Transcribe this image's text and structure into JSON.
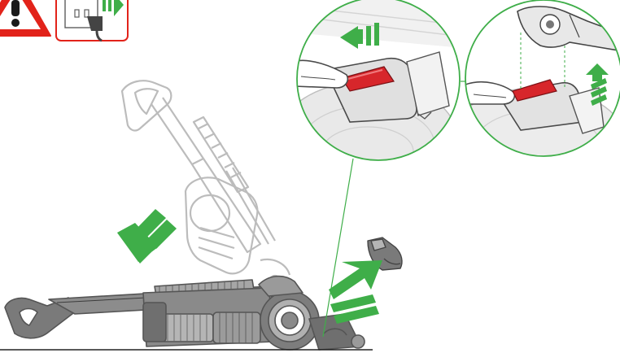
{
  "colors": {
    "accent_green": "#3fae49",
    "warning_red": "#e2231a",
    "latch_red": "#d7262b",
    "line_gray": "#5d5d5d",
    "body_gray": "#7b7b7b",
    "ghost_gray": "#c9c9c9"
  },
  "icons": [
    "warning-triangle-icon",
    "unplug-from-socket-icon",
    "arrow-down-left-icon",
    "arrow-up-right-icon",
    "arrow-left-icon",
    "arrow-up-icon"
  ],
  "callouts": [
    {
      "name": "detail-release-latch-slide-left",
      "arrow": "arrow-left-icon"
    },
    {
      "name": "detail-lift-latch-off",
      "arrow": "arrow-up-icon"
    }
  ],
  "steps": [
    {
      "name": "unplug-machine"
    },
    {
      "name": "recline-vacuum",
      "arrow": "arrow-down-left-icon"
    },
    {
      "name": "remove-soleplate-cap",
      "arrow": "arrow-up-right-icon"
    }
  ]
}
